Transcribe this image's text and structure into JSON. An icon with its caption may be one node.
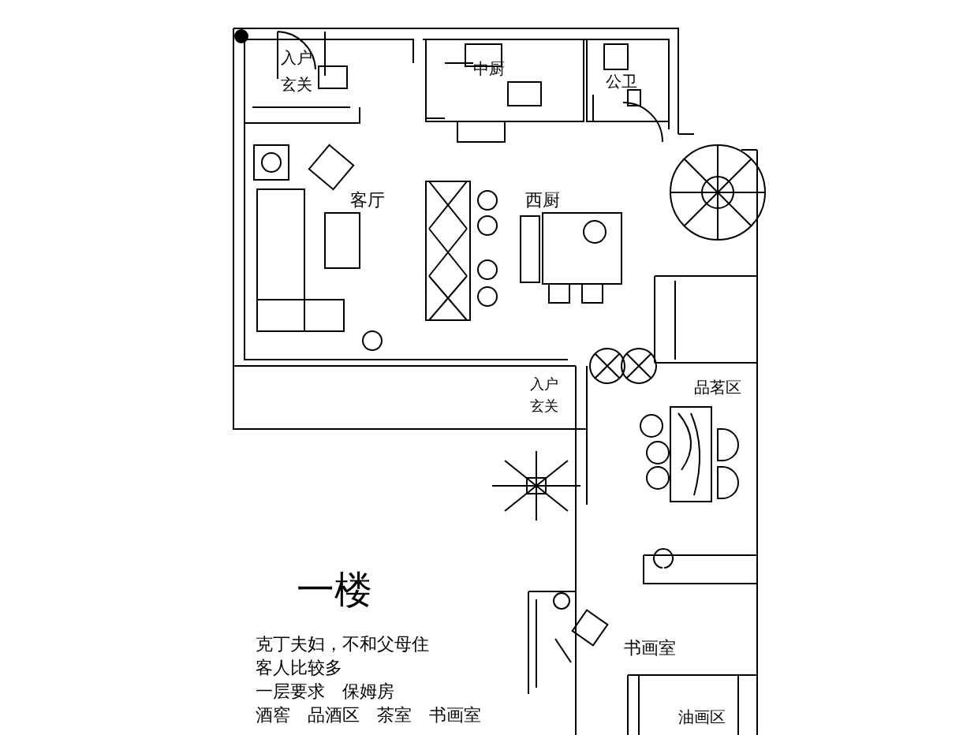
{
  "diagram": {
    "title": "一楼",
    "labels": [
      "入户",
      "玄关",
      "中厨",
      "公卫",
      "客厅",
      "西厨",
      "入户",
      "玄关",
      "品茗区",
      "书画室",
      "油画区",
      "克丁夫妇，不和父母住",
      "客人比较多",
      "一层要求　保姆房",
      "酒窖　品酒区　茶室　书画室"
    ]
  }
}
